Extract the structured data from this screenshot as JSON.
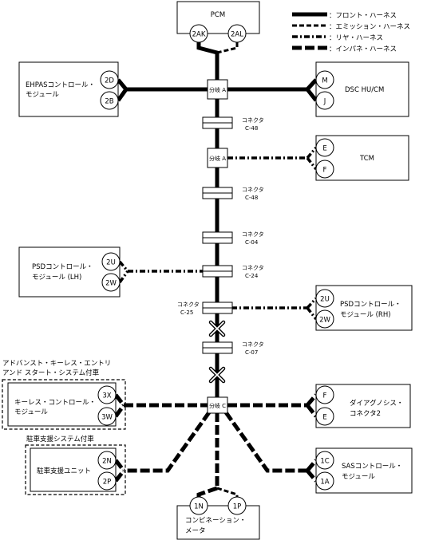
{
  "legend": [
    {
      "style": "front",
      "label": "：フロント・ハーネス"
    },
    {
      "style": "emission",
      "label": "：エミッション・ハーネス"
    },
    {
      "style": "rear",
      "label": "：リヤ・ハーネス"
    },
    {
      "style": "inpane",
      "label": "：インパネ・ハーネス"
    }
  ],
  "modules": {
    "pcm": {
      "name": "PCM",
      "pins": [
        "2AK",
        "2AL"
      ]
    },
    "ehpas": {
      "name_lines": [
        "EHPASコントロール・",
        "モジュール"
      ],
      "pins": [
        "2D",
        "2B"
      ]
    },
    "dsc": {
      "name": "DSC HU/CM",
      "pins": [
        "M",
        "J"
      ]
    },
    "tcm": {
      "name": "TCM",
      "pins": [
        "E",
        "F"
      ]
    },
    "psd_lh": {
      "name_lines": [
        "PSDコントロール・",
        "モジュール (LH)"
      ],
      "pins": [
        "2U",
        "2W"
      ]
    },
    "psd_rh": {
      "name_lines": [
        "PSDコントロール・",
        "モジュール (RH)"
      ],
      "pins": [
        "2U",
        "2W"
      ]
    },
    "keyless": {
      "name_lines": [
        "キーレス・コントロール・",
        "モジュール"
      ],
      "pins": [
        "3X",
        "3W"
      ],
      "note_lines": [
        "アドバンスト・キーレス・エントリ",
        "アンド スタート・システム付車"
      ]
    },
    "dlc": {
      "name_lines": [
        "ダイアグノシス・",
        "コネクタ2"
      ],
      "pins": [
        "F",
        "E"
      ]
    },
    "parking": {
      "name": "駐車支援ユニット",
      "pins": [
        "2N",
        "2P"
      ],
      "note": "駐車支援システム付車"
    },
    "sas": {
      "name_lines": [
        "SASコントロール・",
        "モジュール"
      ],
      "pins": [
        "1C",
        "1A"
      ]
    },
    "combination": {
      "name_lines": [
        "コンビネーション・",
        "メータ"
      ],
      "pins": [
        "1N",
        "1P"
      ]
    }
  },
  "junctions": {
    "a1": "分岐 A",
    "a2": "分岐 A",
    "c": "分岐 C"
  },
  "connectors": {
    "c48_1": {
      "label": "コネクタ",
      "code": "C-48"
    },
    "c48_2": {
      "label": "コネクタ",
      "code": "C-48"
    },
    "c04": {
      "label": "コネクタ",
      "code": "C-04"
    },
    "c24": {
      "label": "コネクタ",
      "code": "C-24"
    },
    "c25": {
      "label": "コネクタ",
      "code": "C-25"
    },
    "c07": {
      "label": "コネクタ",
      "code": "C-07"
    }
  }
}
